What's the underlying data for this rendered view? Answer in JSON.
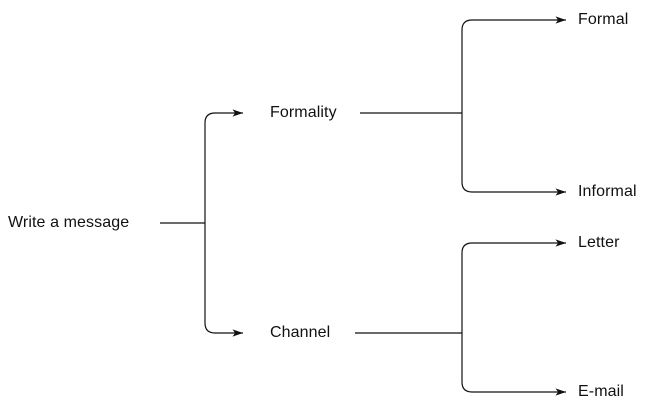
{
  "diagram": {
    "type": "tree",
    "background_color": "#ffffff",
    "line_color": "#111111",
    "text_color": "#111111",
    "root": {
      "label": "Write a message"
    },
    "branches": [
      {
        "label": "Formality",
        "children": [
          {
            "label": "Formal"
          },
          {
            "label": "Informal"
          }
        ]
      },
      {
        "label": "Channel",
        "children": [
          {
            "label": "Letter"
          },
          {
            "label": "E-mail"
          }
        ]
      }
    ],
    "nodes": {
      "root": "Write a message",
      "formality": "Formality",
      "channel": "Channel",
      "formal": "Formal",
      "informal": "Informal",
      "letter": "Letter",
      "email": "E-mail"
    }
  }
}
